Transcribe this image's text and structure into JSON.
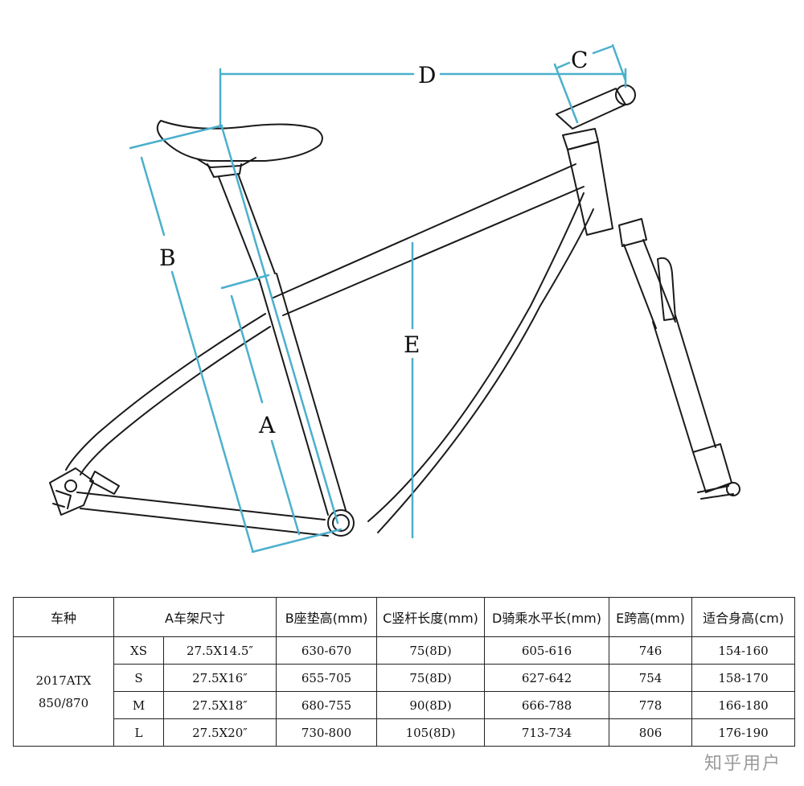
{
  "diagram": {
    "labels": {
      "a": "A",
      "b": "B",
      "c": "C",
      "d": "D",
      "e": "E"
    },
    "colors": {
      "dimension": "#4bb0cc",
      "frame": "#1a1a1a"
    }
  },
  "table": {
    "headers": {
      "model": "车种",
      "size": "A车架尺寸",
      "seat_height": "B座垫高(mm)",
      "stem_length": "C竖杆长度(mm)",
      "reach": "D骑乘水平长(mm)",
      "standover": "E跨高(mm)",
      "rider_height": "适合身高(cm)"
    },
    "model_line1": "2017ATX",
    "model_line2": "850/870",
    "rows": [
      {
        "size": "XS",
        "frame": "27.5X14.5″",
        "seat_height": "630-670",
        "stem": "75(8D)",
        "reach": "605-616",
        "standover": "746",
        "rider_height": "154-160"
      },
      {
        "size": "S",
        "frame": "27.5X16″",
        "seat_height": "655-705",
        "stem": "75(8D)",
        "reach": "627-642",
        "standover": "754",
        "rider_height": "158-170"
      },
      {
        "size": "M",
        "frame": "27.5X18″",
        "seat_height": "680-755",
        "stem": "90(8D)",
        "reach": "666-788",
        "standover": "778",
        "rider_height": "166-180"
      },
      {
        "size": "L",
        "frame": "27.5X20″",
        "seat_height": "730-800",
        "stem": "105(8D)",
        "reach": "713-734",
        "standover": "806",
        "rider_height": "176-190"
      }
    ]
  },
  "watermark": "知乎用户"
}
